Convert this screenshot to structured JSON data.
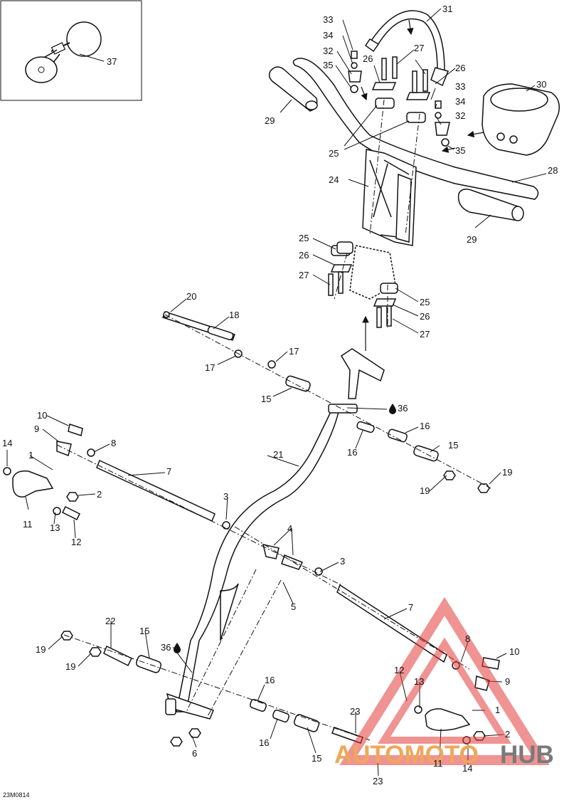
{
  "diagram_code": "23M0814",
  "watermark": {
    "part1": "AUTOMOTO",
    "part2": "HUB",
    "color1": "#f0a75a",
    "color2": "#7a7a7a",
    "logo_color": "#e23b3b"
  },
  "callouts": [
    "1",
    "2",
    "3",
    "4",
    "5",
    "6",
    "7",
    "8",
    "9",
    "10",
    "11",
    "12",
    "13",
    "14",
    "15",
    "16",
    "17",
    "18",
    "19",
    "20",
    "21",
    "22",
    "23",
    "24",
    "25",
    "26",
    "27",
    "28",
    "29",
    "30",
    "31",
    "32",
    "33",
    "34",
    "35",
    "36",
    "37"
  ],
  "labels": [
    {
      "id": "37",
      "t": "37"
    },
    {
      "id": "33a",
      "t": "33"
    },
    {
      "id": "34a",
      "t": "34"
    },
    {
      "id": "32a",
      "t": "32"
    },
    {
      "id": "35a",
      "t": "35"
    },
    {
      "id": "31",
      "t": "31"
    },
    {
      "id": "26a",
      "t": "26"
    },
    {
      "id": "27a",
      "t": "27"
    },
    {
      "id": "26b",
      "t": "26"
    },
    {
      "id": "33b",
      "t": "33"
    },
    {
      "id": "34b",
      "t": "34"
    },
    {
      "id": "32b",
      "t": "32"
    },
    {
      "id": "35b",
      "t": "35"
    },
    {
      "id": "30",
      "t": "30"
    },
    {
      "id": "29a",
      "t": "29"
    },
    {
      "id": "25a",
      "t": "25"
    },
    {
      "id": "24",
      "t": "24"
    },
    {
      "id": "28",
      "t": "28"
    },
    {
      "id": "29b",
      "t": "29"
    },
    {
      "id": "25b",
      "t": "25"
    },
    {
      "id": "26c",
      "t": "26"
    },
    {
      "id": "27b",
      "t": "27"
    },
    {
      "id": "25c",
      "t": "25"
    },
    {
      "id": "26d",
      "t": "26"
    },
    {
      "id": "27c",
      "t": "27"
    },
    {
      "id": "20",
      "t": "20"
    },
    {
      "id": "18",
      "t": "18"
    },
    {
      "id": "17a",
      "t": "17"
    },
    {
      "id": "17b",
      "t": "17"
    },
    {
      "id": "15a",
      "t": "15"
    },
    {
      "id": "36a",
      "t": "36"
    },
    {
      "id": "10a",
      "t": "10"
    },
    {
      "id": "9a",
      "t": "9"
    },
    {
      "id": "8a",
      "t": "8"
    },
    {
      "id": "14a",
      "t": "14"
    },
    {
      "id": "1a",
      "t": "1"
    },
    {
      "id": "7a",
      "t": "7"
    },
    {
      "id": "16a",
      "t": "16"
    },
    {
      "id": "16b",
      "t": "16"
    },
    {
      "id": "15b",
      "t": "15"
    },
    {
      "id": "21",
      "t": "21"
    },
    {
      "id": "19a",
      "t": "19"
    },
    {
      "id": "19b",
      "t": "19"
    },
    {
      "id": "2a",
      "t": "2"
    },
    {
      "id": "11a",
      "t": "11"
    },
    {
      "id": "13a",
      "t": "13"
    },
    {
      "id": "12a",
      "t": "12"
    },
    {
      "id": "3a",
      "t": "3"
    },
    {
      "id": "4",
      "t": "4"
    },
    {
      "id": "3b",
      "t": "3"
    },
    {
      "id": "5",
      "t": "5"
    },
    {
      "id": "7b",
      "t": "7"
    },
    {
      "id": "22",
      "t": "22"
    },
    {
      "id": "15c",
      "t": "15"
    },
    {
      "id": "36b",
      "t": "36"
    },
    {
      "id": "19c",
      "t": "19"
    },
    {
      "id": "19d",
      "t": "19"
    },
    {
      "id": "8b",
      "t": "8"
    },
    {
      "id": "10b",
      "t": "10"
    },
    {
      "id": "9b",
      "t": "9"
    },
    {
      "id": "12b",
      "t": "12"
    },
    {
      "id": "13b",
      "t": "13"
    },
    {
      "id": "1b",
      "t": "1"
    },
    {
      "id": "2b",
      "t": "2"
    },
    {
      "id": "16c",
      "t": "16"
    },
    {
      "id": "23a",
      "t": "23"
    },
    {
      "id": "16d",
      "t": "16"
    },
    {
      "id": "15d",
      "t": "15"
    },
    {
      "id": "6",
      "t": "6"
    },
    {
      "id": "11b",
      "t": "11"
    },
    {
      "id": "14b",
      "t": "14"
    },
    {
      "id": "23b",
      "t": "23"
    }
  ]
}
